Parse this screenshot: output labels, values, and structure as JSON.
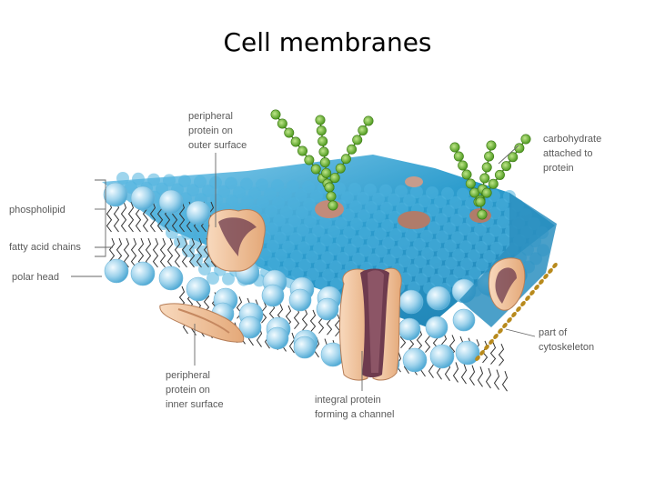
{
  "title": "Cell membranes",
  "labels": {
    "peripheral_outer": [
      "peripheral",
      "protein on",
      "outer surface"
    ],
    "carbohydrate": [
      "carbohydrate",
      "attached to",
      "protein"
    ],
    "phospholipid": "phospholipid",
    "fatty_acid_chains": "fatty acid chains",
    "polar_head": "polar head",
    "cytoskeleton": [
      "part of",
      "cytoskeleton"
    ],
    "peripheral_inner": [
      "peripheral",
      "protein on",
      "inner surface"
    ],
    "integral_protein": [
      "integral protein",
      "forming a channel"
    ]
  },
  "colors": {
    "head_light": "#cfeaf6",
    "head_dark": "#2a93c4",
    "protein": "#f4c6a0",
    "protein_dark": "#6e3b4e",
    "carbohydrate": "#5eab2a",
    "label_line": "#666666"
  }
}
